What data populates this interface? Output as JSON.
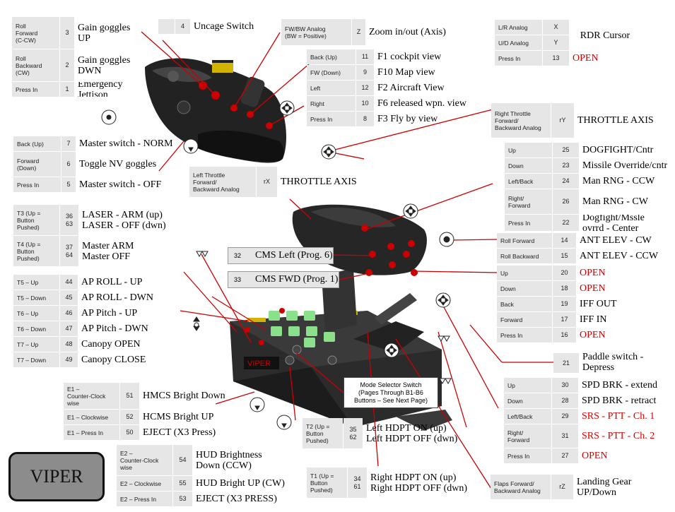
{
  "badge": "VIPER",
  "mode_selector": "Mode Selector Switch\n(Pages Through B1-B6\nButtons – See Next Page)",
  "callouts": {
    "cms_left": {
      "num": "32",
      "label": "CMS Left (Prog. 6)"
    },
    "cms_fwd": {
      "num": "33",
      "label": "CMS FWD (Prog. 1)"
    },
    "paddle": {
      "num": "21",
      "label": "Paddle switch -\nDepress"
    }
  },
  "blocks": {
    "gain": [
      {
        "label": "Roll\nForward\n(C-CW)",
        "num": "3",
        "value": "Gain goggles\nUP"
      },
      {
        "label": "Roll\nBackward\n(CW)",
        "num": "2",
        "value": "Gain goggles\nDWN"
      },
      {
        "label": "Press In",
        "num": "1",
        "value": "Emergency\nJettison"
      }
    ],
    "uncage": [
      {
        "label": "",
        "num": "4",
        "value": "Uncage Switch"
      }
    ],
    "zoom": [
      {
        "label": "FW/BW Analog\n(BW = Positive)",
        "num": "Z",
        "value": "Zoom in/out (Axis)"
      }
    ],
    "views": [
      {
        "label": "Back (Up)",
        "num": "11",
        "value": "F1 cockpit view"
      },
      {
        "label": "FW (Down)",
        "num": "9",
        "value": "F10 Map view"
      },
      {
        "label": "Left",
        "num": "12",
        "value": "F2 Aircraft View"
      },
      {
        "label": "Right",
        "num": "10",
        "value": "F6 released wpn. view"
      },
      {
        "label": "Press In",
        "num": "8",
        "value": "F3 Fly by view"
      }
    ],
    "rdr": [
      {
        "label": "L/R Analog",
        "num": "X",
        "value": ""
      },
      {
        "label": "U/D Analog",
        "num": "Y",
        "value": ""
      },
      {
        "label": "Press In",
        "num": "13",
        "value": "OPEN"
      }
    ],
    "rdr_cursor": "RDR Cursor",
    "master": [
      {
        "label": "Back (Up)",
        "num": "7",
        "value": "Master switch - NORM"
      },
      {
        "label": "Forward\n(Down)",
        "num": "6",
        "value": "Toggle NV goggles"
      },
      {
        "label": "Press In",
        "num": "5",
        "value": "Master switch - OFF"
      }
    ],
    "left_throttle": [
      {
        "label": "Left Throttle\nForward/\nBackward Analog",
        "num": "rX",
        "value": "THROTTLE AXIS"
      }
    ],
    "right_throttle": [
      {
        "label": "Right Throttle\nForward/\nBackward Analog",
        "num": "rY",
        "value": "THROTTLE AXIS"
      }
    ],
    "dogfight": [
      {
        "label": "Up",
        "num": "25",
        "value": "DOGFIGHT/Cntr"
      },
      {
        "label": "Down",
        "num": "23",
        "value": "Missile Override/cntr"
      },
      {
        "label": "Left/Back",
        "num": "24",
        "value": "Man RNG - CCW"
      },
      {
        "label": "Right/\nForward",
        "num": "26",
        "value": "Man RNG - CW"
      },
      {
        "label": "Press In",
        "num": "22",
        "value": "Dogfight/Mssle\novrrd - Center"
      }
    ],
    "t3t4": [
      {
        "label": "T3 (Up =\nButton\nPushed)",
        "num": "36\n63",
        "value": "LASER - ARM (up)\nLASER - OFF (dwn)"
      },
      {
        "label": "T4 (Up =\nButton\nPushed)",
        "num": "37\n64",
        "value": "Master ARM\nMaster OFF"
      }
    ],
    "ant": [
      {
        "label": "Roll Forward",
        "num": "14",
        "value": "ANT ELEV - CW"
      },
      {
        "label": "Roll Backward",
        "num": "15",
        "value": "ANT ELEV - CCW"
      }
    ],
    "iff": [
      {
        "label": "Up",
        "num": "20",
        "value": "OPEN"
      },
      {
        "label": "Down",
        "num": "18",
        "value": "OPEN"
      },
      {
        "label": "Back",
        "num": "19",
        "value": "IFF OUT"
      },
      {
        "label": "Forward",
        "num": "17",
        "value": "IFF IN"
      },
      {
        "label": "Press In",
        "num": "16",
        "value": "OPEN"
      }
    ],
    "t5t7": [
      {
        "label": "T5 – Up",
        "num": "44",
        "value": "AP ROLL - UP"
      },
      {
        "label": "T5 – Down",
        "num": "45",
        "value": "AP ROLL - DWN"
      },
      {
        "label": "T6 – Up",
        "num": "46",
        "value": "AP Pitch -  UP"
      },
      {
        "label": "T6 – Down",
        "num": "47",
        "value": "AP Pitch - DWN"
      },
      {
        "label": "T7 – Up",
        "num": "48",
        "value": "Canopy OPEN"
      },
      {
        "label": "T7 – Down",
        "num": "49",
        "value": "Canopy CLOSE"
      }
    ],
    "spd": [
      {
        "label": "Up",
        "num": "30",
        "value": "SPD BRK - extend"
      },
      {
        "label": "Down",
        "num": "28",
        "value": "SPD BRK - retract"
      },
      {
        "label": "Left/Back",
        "num": "29",
        "value": "SRS - PTT - Ch. 1"
      },
      {
        "label": "Right/\nForward",
        "num": "31",
        "value": "SRS - PTT - Ch. 2"
      },
      {
        "label": "Press In",
        "num": "27",
        "value": "OPEN"
      }
    ],
    "e1": [
      {
        "label": "E1 –\nCounter-Clock\nwise",
        "num": "51",
        "value": "HMCS Bright Down"
      },
      {
        "label": "E1 – Clockwise",
        "num": "52",
        "value": "HCMS Bright UP"
      },
      {
        "label": "E1 – Press In",
        "num": "50",
        "value": "EJECT (X3 Press)"
      }
    ],
    "t2": [
      {
        "label": "T2 (Up =\nButton\nPushed)",
        "num": "35\n62",
        "value": "Left HDPT ON (up)\nLeft HDPT OFF (dwn)"
      }
    ],
    "e2": [
      {
        "label": "E2 –\nCounter-Clock\nwise",
        "num": "54",
        "value": "HUD Brightness\nDown (CCW)"
      },
      {
        "label": "E2 – Clockwise",
        "num": "55",
        "value": "HUD Bright UP (CW)"
      },
      {
        "label": "E2 – Press In",
        "num": "53",
        "value": "EJECT (X3 PRESS)"
      }
    ],
    "t1": [
      {
        "label": "T1 (Up =\nButton\nPushed)",
        "num": "34\n61",
        "value": "Right HDPT ON (up)\nRight HDPT OFF (dwn)"
      }
    ],
    "flaps": [
      {
        "label": "Flaps Forward/\nBackward Analog",
        "num": "rZ",
        "value": "Landing Gear\nUP/Down"
      }
    ]
  }
}
